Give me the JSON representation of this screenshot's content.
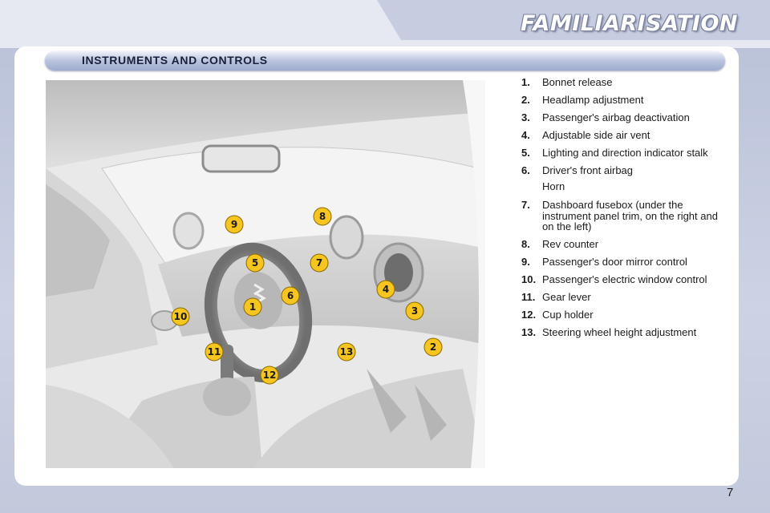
{
  "header": {
    "title": "FAMILIARISATION"
  },
  "section": {
    "title": "INSTRUMENTS AND CONTROLS"
  },
  "legend": [
    {
      "num": "1.",
      "text": "Bonnet release"
    },
    {
      "num": "2.",
      "text": "Headlamp adjustment"
    },
    {
      "num": "3.",
      "text": "Passenger's airbag deactivation"
    },
    {
      "num": "4.",
      "text": "Adjustable side air vent"
    },
    {
      "num": "5.",
      "text": "Lighting and direction indicator stalk"
    },
    {
      "num": "6.",
      "text": "Driver's front airbag",
      "sub": "Horn"
    },
    {
      "num": "7.",
      "text": "Dashboard fusebox (under the instrument panel trim, on the right and on the left)"
    },
    {
      "num": "8.",
      "text": "Rev counter"
    },
    {
      "num": "9.",
      "text": "Passenger's door mirror control"
    },
    {
      "num": "10.",
      "text": "Passenger's electric window control"
    },
    {
      "num": "11.",
      "text": "Gear lever"
    },
    {
      "num": "12.",
      "text": "Cup holder"
    },
    {
      "num": "13.",
      "text": "Steering wheel height adjustment"
    }
  ],
  "callouts": [
    "1",
    "2",
    "3",
    "4",
    "5",
    "6",
    "7",
    "8",
    "9",
    "10",
    "11",
    "12",
    "13"
  ],
  "page_number": "7",
  "colors": {
    "badge": "#f7c51f",
    "section_bar": "#b9c3dd",
    "background": "#c9cfe0"
  }
}
